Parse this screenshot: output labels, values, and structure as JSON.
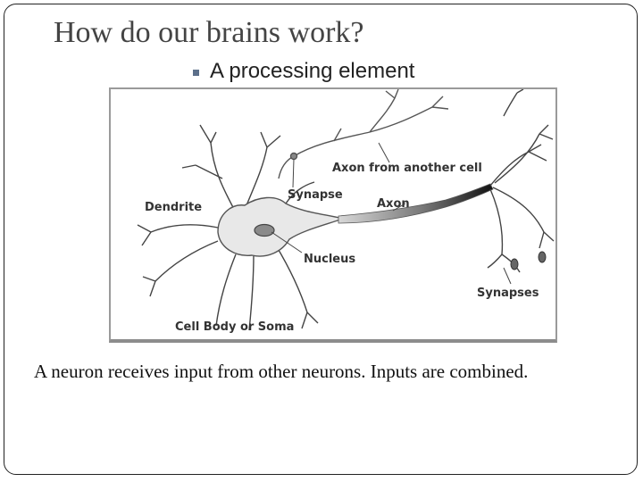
{
  "slide": {
    "title": "How do our brains work?",
    "bullet": "A processing element",
    "caption": "A neuron receives input from other neurons. Inputs are combined."
  },
  "diagram": {
    "labels": {
      "axon_from_another_cell": "Axon from another cell",
      "synapse": "Synapse",
      "axon": "Axon",
      "dendrite": "Dendrite",
      "nucleus": "Nucleus",
      "synapses": "Synapses",
      "cell_body": "Cell Body or Soma"
    }
  },
  "colors": {
    "title": "#444444",
    "bullet_marker": "#5c6f8a",
    "soma_fill": "#e8e8e8",
    "axon_dark": "#222222"
  }
}
